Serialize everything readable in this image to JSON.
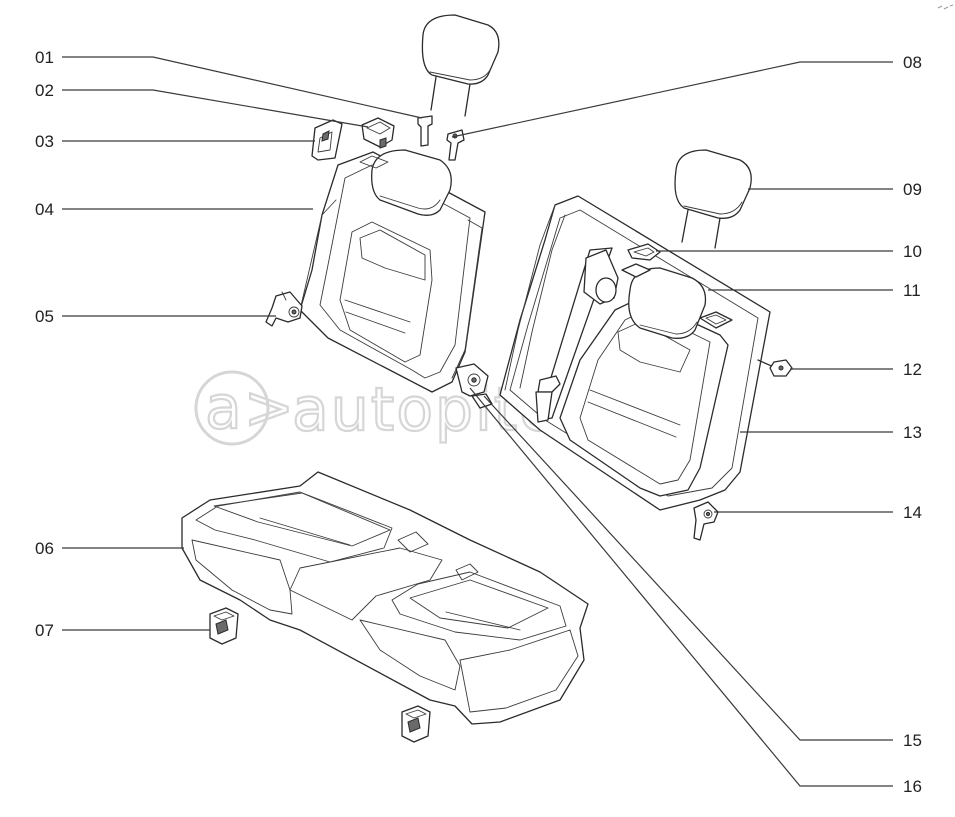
{
  "diagram": {
    "callouts": [
      {
        "id": "01",
        "label": "01"
      },
      {
        "id": "02",
        "label": "02"
      },
      {
        "id": "03",
        "label": "03"
      },
      {
        "id": "04",
        "label": "04"
      },
      {
        "id": "05",
        "label": "05"
      },
      {
        "id": "06",
        "label": "06"
      },
      {
        "id": "07",
        "label": "07"
      },
      {
        "id": "08",
        "label": "08"
      },
      {
        "id": "09",
        "label": "09"
      },
      {
        "id": "10",
        "label": "10"
      },
      {
        "id": "11",
        "label": "11"
      },
      {
        "id": "12",
        "label": "12"
      },
      {
        "id": "13",
        "label": "13"
      },
      {
        "id": "14",
        "label": "14"
      },
      {
        "id": "15",
        "label": "15"
      },
      {
        "id": "16",
        "label": "16"
      }
    ]
  },
  "watermark": {
    "text": "autopiter.ru",
    "logo_glyph": "a>",
    "color": "#d6d6d6"
  },
  "colors": {
    "line": "#2b2b2b",
    "text": "#222222",
    "background": "#ffffff"
  }
}
